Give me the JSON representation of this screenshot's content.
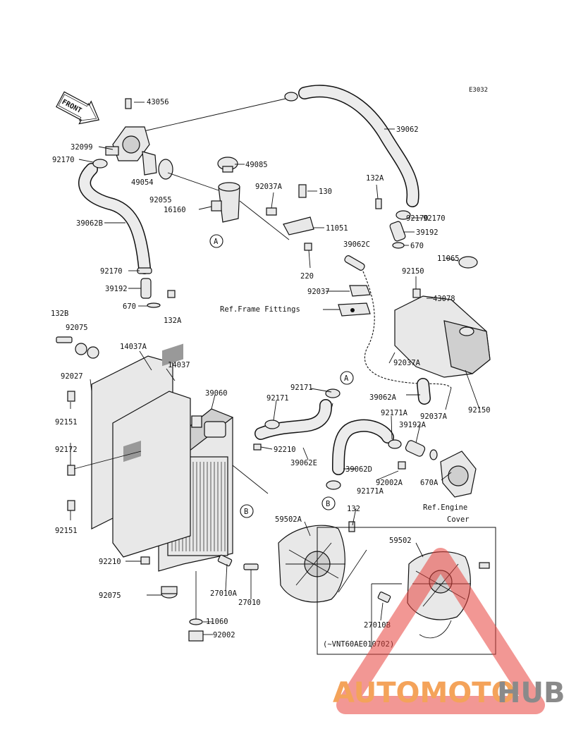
{
  "diagram": {
    "code": "E3032",
    "front_label": "FRONT",
    "note_model": "(~VNT60AE010702)",
    "ref_frame": "Ref.Frame Fittings",
    "ref_engine_line1": "Ref.Engine",
    "ref_engine_line2": "Cover",
    "callouts": [
      "A",
      "A",
      "B",
      "B"
    ]
  },
  "parts": [
    "43056",
    "32099",
    "92170",
    "49054",
    "92055",
    "39062B",
    "92170",
    "39192",
    "670",
    "132A",
    "92170",
    "39062",
    "49085",
    "92037A",
    "130",
    "16160",
    "11051",
    "220",
    "132A",
    "92170",
    "39192",
    "670",
    "39062C",
    "11065",
    "92150",
    "43078",
    "92037",
    "132B",
    "92075",
    "14037A",
    "92027",
    "14037",
    "92151",
    "92172",
    "92151",
    "92210",
    "92075",
    "39060",
    "92171",
    "92171",
    "92210",
    "39062E",
    "92037A",
    "39062A",
    "92037A",
    "92150",
    "92171A",
    "39192A",
    "39062D",
    "92002A",
    "670A",
    "92171A",
    "132",
    "59502A",
    "59502",
    "27010A",
    "27010",
    "27010B",
    "11060",
    "92002"
  ],
  "watermark": {
    "part1": "AUTOMOTO",
    "part2": "HUB",
    "color_a": "#f4a35a",
    "color_b": "#8a8a8a",
    "triangle_color": "#e8413c"
  }
}
